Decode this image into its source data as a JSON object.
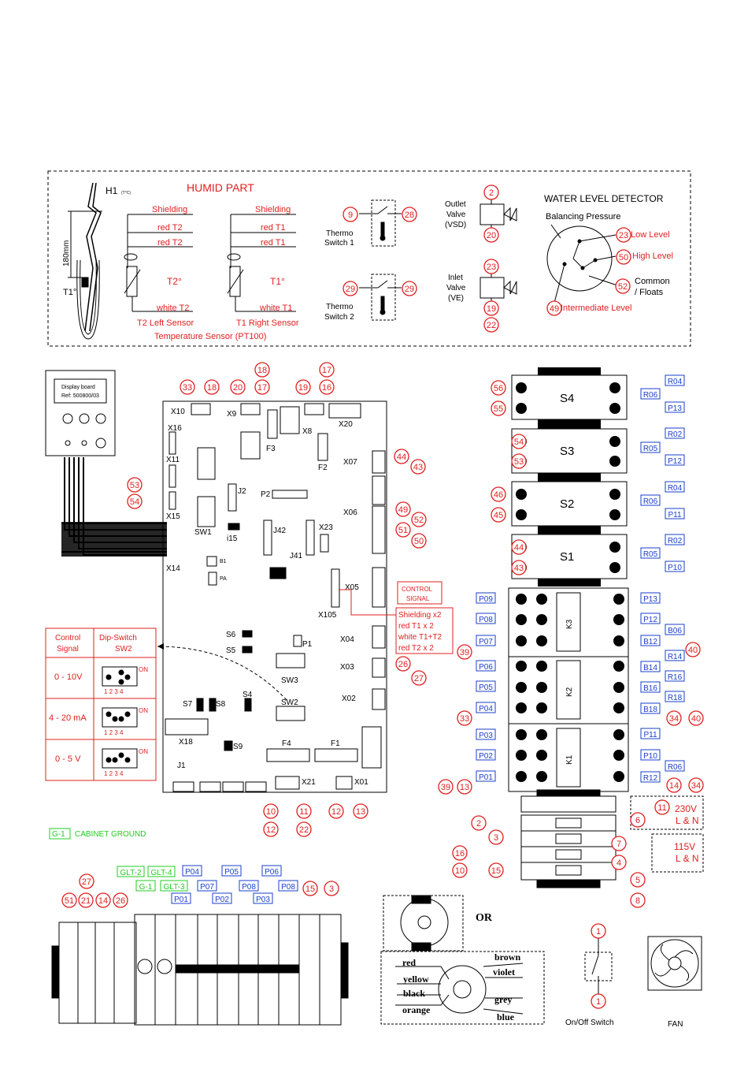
{
  "humid_part": {
    "title": "HUMID PART",
    "h1": "H1",
    "h1_sub": "(T°C)",
    "dim": "180mm",
    "t1deg": "T1°",
    "shielding": "Shielding",
    "red_t2": "red T2",
    "red_t1": "red T1",
    "t2deg": "T2°",
    "t1deg_b": "T1°",
    "white_t2": "white T2",
    "white_t1": "white T1",
    "t2_sensor": "T2 Left Sensor",
    "t1_sensor": "T1 Right Sensor",
    "temp_sensor": "Temperature Sensor (PT100)",
    "thermo1": [
      "Thermo",
      "Switch 1"
    ],
    "thermo2": [
      "Thermo",
      "Switch 2"
    ],
    "outlet": [
      "Outlet",
      "Valve",
      "(VSD)"
    ],
    "inlet": [
      "Inlet",
      "Valve",
      "(VE)"
    ],
    "wld_title": "WATER LEVEL DETECTOR",
    "balancing": "Balancing Pressure",
    "low": "Low Level",
    "high": "High Level",
    "common": [
      "Common",
      "/ Floats"
    ],
    "intermediate": "Intermediate Level"
  },
  "display_board": [
    "Display board",
    "Ref: 500800/03"
  ],
  "control_table": {
    "h1": [
      "Control",
      "Signal"
    ],
    "h2": [
      "Dip-Switch",
      "SW2"
    ],
    "rows": [
      "0 - 10V",
      "4 - 20 mA",
      "0 - 5 V"
    ],
    "on": "ON",
    "nums": "1 2 3 4"
  },
  "control_signal_box": [
    "CONTROL",
    "SIGNAL"
  ],
  "wiring_box": [
    "Shielding x2",
    "red T1 x 2",
    "white T1+T2",
    "red T2 x 2"
  ],
  "board_labels": {
    "X10": "X10",
    "X9": "X9",
    "X8": "X8",
    "X20": "X20",
    "X16": "X16",
    "X11": "X11",
    "X15": "X15",
    "X14": "X14",
    "F3": "F3",
    "F2": "F2",
    "X07": "X07",
    "X06": "X06",
    "X05": "X05",
    "X105": "X105",
    "X04": "X04",
    "X03": "X03",
    "X02": "X02",
    "X21": "X21",
    "X01": "X01",
    "SW1": "SW1",
    "SW2": "SW2",
    "SW3": "SW3",
    "J2": "J2",
    "P2": "P2",
    "J42": "J42",
    "J41": "J41",
    "X23": "X23",
    "i15": "i15",
    "B1": "B1",
    "PA": "PA",
    "S6": "S6",
    "S5": "S5",
    "S7": "S7",
    "S8": "S8",
    "S4": "S4",
    "S9": "S9",
    "P1": "P1",
    "X18": "X18",
    "J1": "J1",
    "F4": "F4",
    "F1": "F1"
  },
  "cabinet_ground": "CABINET GROUND",
  "cabinet_ground_tag": "G-1",
  "relays": [
    "S4",
    "S3",
    "S2",
    "S1"
  ],
  "contactors": [
    "K3",
    "K2",
    "K1"
  ],
  "psu": {
    "v230": [
      "230V",
      "L & N"
    ],
    "v115": [
      "115V",
      "L & N"
    ]
  },
  "or_label": "OR",
  "transformer_colors": [
    "red",
    "yellow",
    "black",
    "orange",
    "brown",
    "violet",
    "grey",
    "blue"
  ],
  "onoff": "On/Off Switch",
  "fan": "FAN",
  "wire_numbers": [
    "33",
    "18",
    "20",
    "17",
    "19",
    "16",
    "18",
    "17",
    "44",
    "43",
    "49",
    "52",
    "51",
    "50",
    "26",
    "27",
    "53",
    "54",
    "56",
    "54",
    "55",
    "53",
    "46",
    "44",
    "45",
    "43",
    "39",
    "40",
    "33",
    "34",
    "40",
    "39",
    "13",
    "14",
    "34",
    "10",
    "11",
    "12",
    "13",
    "12",
    "22",
    "2",
    "3",
    "16",
    "10",
    "15",
    "11",
    "6",
    "7",
    "4",
    "5",
    "8",
    "9",
    "28",
    "29",
    "29",
    "2",
    "20",
    "23",
    "19",
    "22",
    "23",
    "50",
    "52",
    "49",
    "51",
    "21",
    "14",
    "26",
    "27",
    "15",
    "3",
    "1",
    "1",
    "28"
  ],
  "terminal_tags": [
    "R04",
    "R06",
    "P13",
    "R02",
    "R05",
    "P12",
    "R04",
    "R06",
    "P11",
    "R02",
    "R05",
    "P10",
    "P09",
    "P08",
    "P07",
    "P13",
    "P12",
    "B06",
    "B12",
    "R14",
    "R16",
    "R18",
    "B14",
    "B16",
    "B18",
    "P06",
    "P05",
    "P04",
    "P03",
    "P02",
    "P01",
    "P11",
    "P10",
    "R06",
    "R12",
    "P04",
    "P05",
    "P06",
    "P01",
    "P07",
    "P02",
    "P08",
    "P03",
    "P08",
    "GLT-2",
    "GLT-4",
    "G-1",
    "GLT-3"
  ]
}
